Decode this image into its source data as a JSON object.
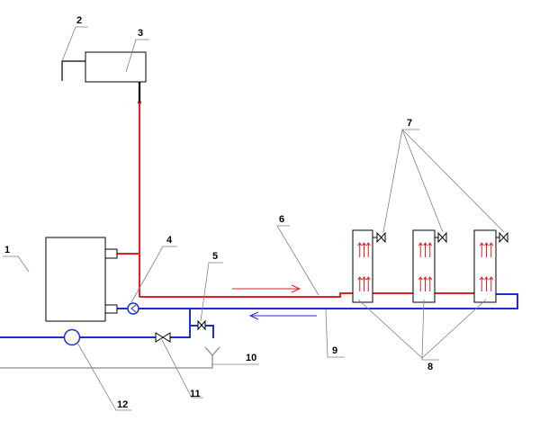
{
  "colors": {
    "supply": "#e31e24",
    "return": "#1d2fd0",
    "outline": "#000000",
    "leader": "#808080",
    "drain": "#8a8a8a"
  },
  "labels": {
    "boiler": "1",
    "chimney": "2",
    "expansion_tank": "3",
    "circulation_pump": "4",
    "makeup_valve": "5",
    "supply_line": "6",
    "air_vents": "7",
    "radiators": "8",
    "return_line": "9",
    "drain": "10",
    "inlet_valve": "11",
    "main_pump": "12"
  }
}
